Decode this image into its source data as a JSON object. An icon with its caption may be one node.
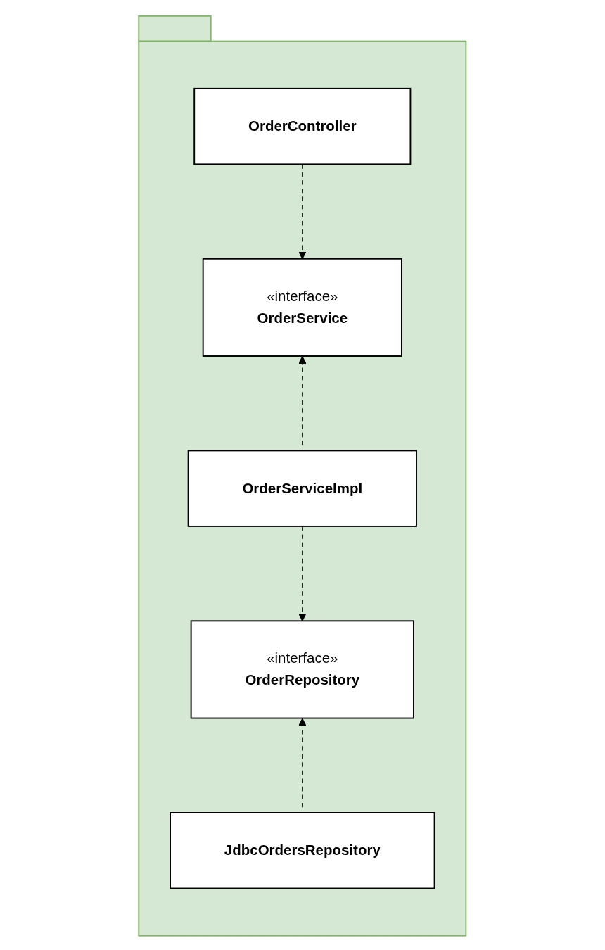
{
  "diagram": {
    "nodes": [
      {
        "text": [],
        "shape": "folder"
      },
      {
        "text": [
          "OrderController"
        ],
        "in": 0
      },
      {
        "text": [
          "«interface»",
          "OrderService"
        ],
        "in": 0
      },
      {
        "text": [
          "OrderServiceImpl"
        ],
        "in": 0
      },
      {
        "text": [
          "«interface»",
          "OrderRepository"
        ],
        "in": 0
      },
      {
        "text": [
          "JdbcOrdersRepository"
        ],
        "in": 0
      }
    ],
    "edges": [
      {
        "from": 1,
        "to": 2,
        "arrow": "to",
        "style": "dashed"
      },
      {
        "from": 3,
        "to": 2,
        "arrow": "to",
        "style": "dashed"
      },
      {
        "from": 3,
        "to": 4,
        "arrow": "to",
        "style": "dashed"
      },
      {
        "from": 5,
        "to": 4,
        "arrow": "to",
        "style": "dashed"
      }
    ]
  }
}
